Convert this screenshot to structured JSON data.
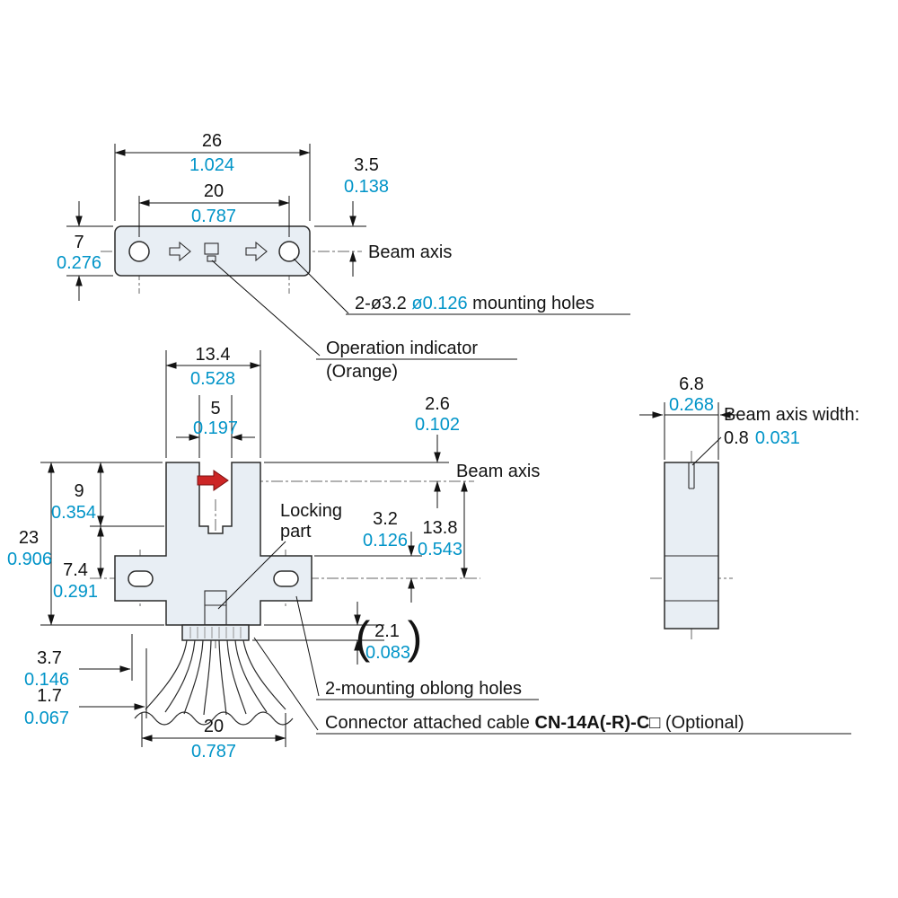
{
  "colors": {
    "inch": "#0094c8",
    "line": "#131313",
    "body_fill": "#e8eef4",
    "indicator_red": "#cc2626"
  },
  "top": {
    "d26": {
      "mm": "26",
      "in": "1.024"
    },
    "d20": {
      "mm": "20",
      "in": "0.787"
    },
    "d3_5": {
      "mm": "3.5",
      "in": "0.138"
    },
    "d7": {
      "mm": "7",
      "in": "0.276"
    },
    "beam_axis": "Beam axis",
    "holes": {
      "pre": "2-ø3.2 ",
      "in": "ø0.126",
      "post": " mounting holes"
    },
    "indicator": {
      "line1": "Operation indicator",
      "line2": "(Orange)"
    }
  },
  "front": {
    "d13_4": {
      "mm": "13.4",
      "in": "0.528"
    },
    "d5": {
      "mm": "5",
      "in": "0.197"
    },
    "d2_6": {
      "mm": "2.6",
      "in": "0.102"
    },
    "beam_axis": "Beam axis",
    "d9": {
      "mm": "9",
      "in": "0.354"
    },
    "d23": {
      "mm": "23",
      "in": "0.906"
    },
    "d7_4": {
      "mm": "7.4",
      "in": "0.291"
    },
    "locking": {
      "line1": "Locking",
      "line2": "part"
    },
    "d3_2": {
      "mm": "3.2",
      "in": "0.126"
    },
    "d13_8": {
      "mm": "13.8",
      "in": "0.543"
    },
    "d2_1": {
      "open": "(",
      "mm": "2.1",
      "in": "0.083",
      "close": ")"
    },
    "d3_7": {
      "mm": "3.7",
      "in": "0.146"
    },
    "d1_7": {
      "mm": "1.7",
      "in": "0.067"
    },
    "d20": {
      "mm": "20",
      "in": "0.787"
    },
    "oblong": "2-mounting oblong holes",
    "cable": {
      "pre": "Connector attached cable ",
      "model": "CN-14A(-R)-C□",
      "post": " (Optional)"
    }
  },
  "side": {
    "d6_8": {
      "mm": "6.8",
      "in": "0.268"
    },
    "beam_width": {
      "label": "Beam axis width:",
      "mm": "0.8",
      "in": "0.031"
    }
  }
}
